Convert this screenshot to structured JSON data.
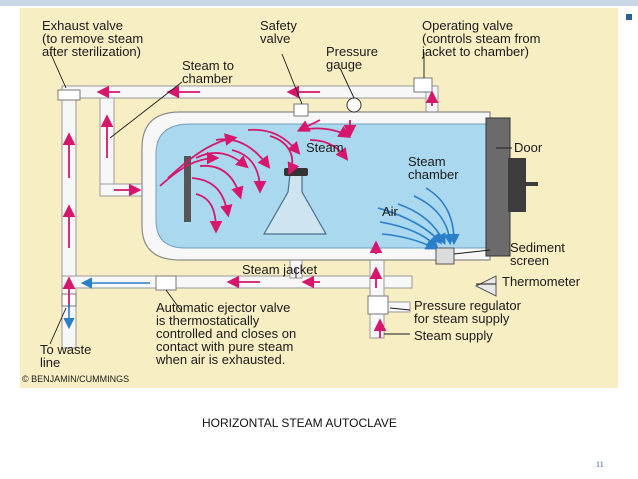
{
  "labels": {
    "exhaust_valve": [
      "Exhaust valve",
      "(to remove steam",
      "after sterilization)"
    ],
    "safety_valve": [
      "Safety",
      "valve"
    ],
    "pressure_gauge": [
      "Pressure",
      "gauge"
    ],
    "operating_valve": [
      "Operating valve",
      "(controls steam from",
      "jacket to chamber)"
    ],
    "steam_to_chamber": [
      "Steam to",
      "chamber"
    ],
    "steam": "Steam",
    "steam_chamber": [
      "Steam",
      "chamber"
    ],
    "door": "Door",
    "air": "Air",
    "sediment_screen": [
      "Sediment",
      "screen"
    ],
    "thermometer": "Thermometer",
    "steam_jacket": "Steam jacket",
    "ejector_valve": [
      "Automatic ejector valve",
      "is thermostatically",
      "controlled and closes on",
      "contact with pure steam",
      "when air is exhausted."
    ],
    "pressure_regulator": [
      "Pressure regulator",
      "for steam supply"
    ],
    "steam_supply": "Steam supply",
    "to_waste_line": [
      "To waste",
      "line"
    ]
  },
  "credit": "© BENJAMIN/CUMMINGS",
  "caption": "HORIZONTAL STEAM AUTOCLAVE",
  "slide_number": "11",
  "colors": {
    "chamber": "#a9d8ef",
    "pipe": "#f7f7f7",
    "steam_arrow": "#d6176b",
    "air_arrow": "#2b7fc8",
    "panel": "#f8eec4"
  }
}
